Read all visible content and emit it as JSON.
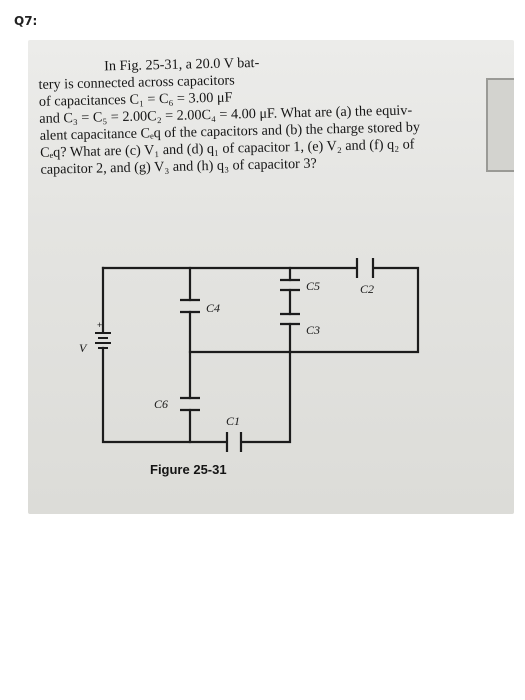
{
  "question_label": "Q7:",
  "problem_lines": [
    "In Fig. 25-31, a 20.0 V bat-",
    "tery is connected across capacitors",
    "of capacitances C₁ = C₆ = 3.00 μF",
    "and C₃ = C₅ = 2.00C₂ = 2.00C₄ = 4.00 μF. What are (a) the equiv-",
    "alent capacitance Cₑq of the capacitors and (b) the charge stored by",
    "Cₑq? What are (c) V₁ and (d) q₁ of capacitor 1, (e) V₂ and (f) q₂ of",
    "capacitor 2, and (g) V₃ and (h) q₃ of capacitor 3?"
  ],
  "circuit": {
    "battery_label": "V",
    "labels": {
      "c1": "C1",
      "c2": "C2",
      "c3": "C3",
      "c4": "C4",
      "c5": "C5",
      "c6": "C6"
    }
  },
  "figure_caption": "Figure 25-31"
}
